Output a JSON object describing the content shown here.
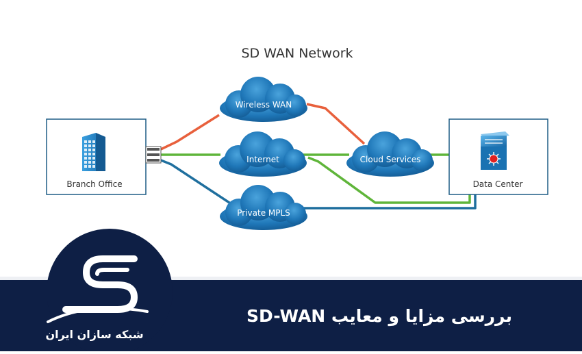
{
  "diagram": {
    "title": "SD WAN Network",
    "nodes": {
      "branch": "Branch Office",
      "datacenter": "Data Center",
      "wireless": "Wireless WAN",
      "internet": "Internet",
      "mpls": "Private MPLS",
      "cloud": "Cloud Services"
    },
    "link_colors": {
      "wireless": "#e8603c",
      "internet": "#5fb53a",
      "mpls": "#1f6f9e"
    },
    "cloud_color": "#1f77b8"
  },
  "banner": {
    "title": "بررسی مزایا و معایب SD-WAN",
    "brand": "شبکه سازان ایران",
    "background": "#0e1f45"
  }
}
